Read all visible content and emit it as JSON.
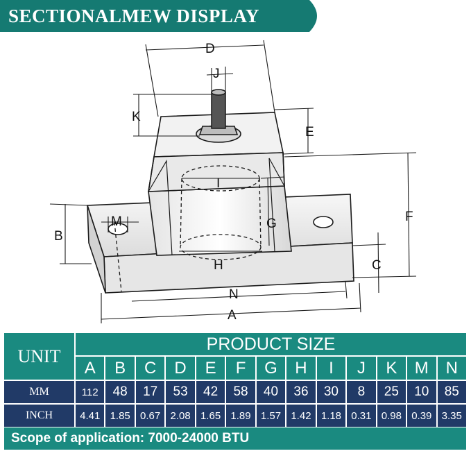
{
  "banner": {
    "title": "SECTIONALMEW DISPLAY",
    "color": "#157a72"
  },
  "labels": [
    "D",
    "J",
    "K",
    "E",
    "I",
    "G",
    "F",
    "M",
    "B",
    "H",
    "C",
    "N",
    "A"
  ],
  "table": {
    "unit_label": "UNIT",
    "title": "PRODUCT SIZE",
    "columns": [
      "A",
      "B",
      "C",
      "D",
      "E",
      "F",
      "G",
      "H",
      "I",
      "J",
      "K",
      "M",
      "N"
    ],
    "rows": [
      {
        "label": "MM",
        "values": [
          "112",
          "48",
          "17",
          "53",
          "42",
          "58",
          "40",
          "36",
          "30",
          "8",
          "25",
          "10",
          "85"
        ]
      },
      {
        "label": "INCH",
        "values": [
          "4.41",
          "1.85",
          "0.67",
          "2.08",
          "1.65",
          "1.89",
          "1.57",
          "1.42",
          "1.18",
          "0.31",
          "0.98",
          "0.39",
          "3.35"
        ]
      }
    ],
    "footer": "Scope of application:  7000-24000 BTU"
  },
  "colors": {
    "teal": "#1a8a80",
    "navy": "#213a67",
    "line": "#1a1a1a"
  }
}
